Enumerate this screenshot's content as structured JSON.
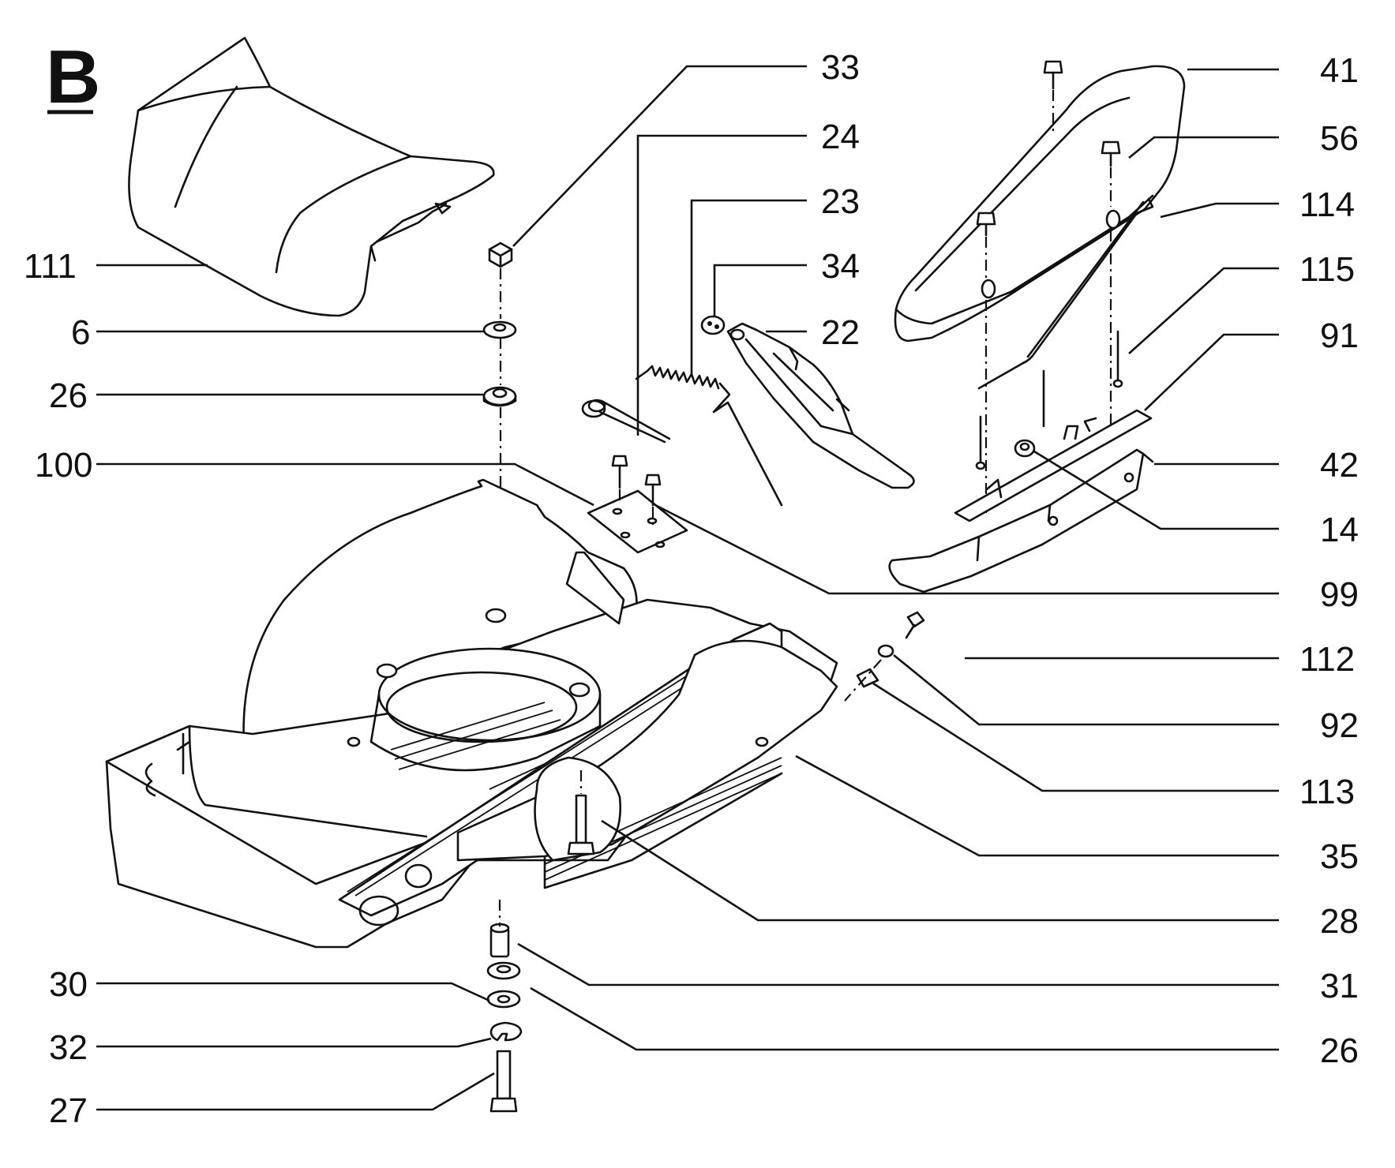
{
  "section_letter": "B",
  "callouts": [
    {
      "id": "c111",
      "text": "111"
    },
    {
      "id": "c6",
      "text": "6"
    },
    {
      "id": "c26a",
      "text": "26"
    },
    {
      "id": "c100",
      "text": "100"
    },
    {
      "id": "c30",
      "text": "30"
    },
    {
      "id": "c32",
      "text": "32"
    },
    {
      "id": "c27",
      "text": "27"
    },
    {
      "id": "c33",
      "text": "33"
    },
    {
      "id": "c24",
      "text": "24"
    },
    {
      "id": "c23",
      "text": "23"
    },
    {
      "id": "c34",
      "text": "34"
    },
    {
      "id": "c22",
      "text": "22"
    },
    {
      "id": "c41",
      "text": "41"
    },
    {
      "id": "c56",
      "text": "56"
    },
    {
      "id": "c114",
      "text": "114"
    },
    {
      "id": "c115",
      "text": "115"
    },
    {
      "id": "c91",
      "text": "91"
    },
    {
      "id": "c42",
      "text": "42"
    },
    {
      "id": "c14",
      "text": "14"
    },
    {
      "id": "c99",
      "text": "99"
    },
    {
      "id": "c112",
      "text": "112"
    },
    {
      "id": "c92",
      "text": "92"
    },
    {
      "id": "c113",
      "text": "113"
    },
    {
      "id": "c35",
      "text": "35"
    },
    {
      "id": "c28",
      "text": "28"
    },
    {
      "id": "c31",
      "text": "31"
    },
    {
      "id": "c26b",
      "text": "26"
    }
  ]
}
